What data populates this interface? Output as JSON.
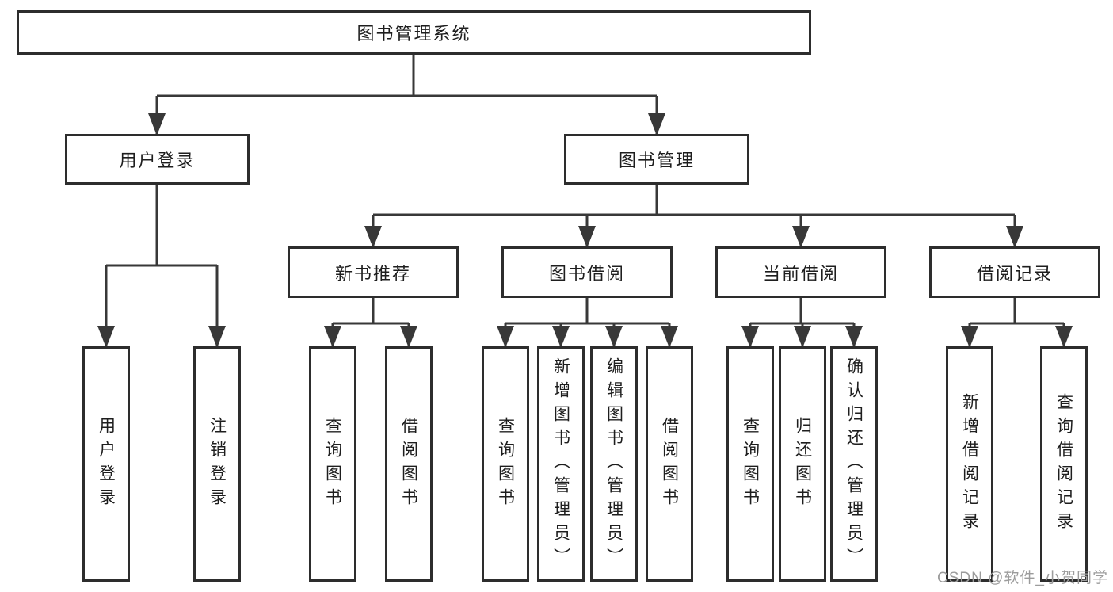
{
  "diagram": {
    "root": {
      "label": "图书管理系统"
    },
    "user_login": {
      "label": "用户登录",
      "children": [
        {
          "label": "用户登录"
        },
        {
          "label": "注销登录"
        }
      ]
    },
    "book_mgmt": {
      "label": "图书管理",
      "sections": [
        {
          "label": "新书推荐",
          "children": [
            {
              "label": "查询图书"
            },
            {
              "label": "借阅图书"
            }
          ]
        },
        {
          "label": "图书借阅",
          "children": [
            {
              "label": "查询图书"
            },
            {
              "label": "新增图书（管理员）"
            },
            {
              "label": "编辑图书（管理员）"
            },
            {
              "label": "借阅图书"
            }
          ]
        },
        {
          "label": "当前借阅",
          "children": [
            {
              "label": "查询图书"
            },
            {
              "label": "归还图书"
            },
            {
              "label": "确认归还（管理员）"
            }
          ]
        },
        {
          "label": "借阅记录",
          "children": [
            {
              "label": "新增借阅记录"
            },
            {
              "label": "查询借阅记录"
            }
          ]
        }
      ]
    },
    "colors": {
      "line": "#383838",
      "box_border": "#2d2d2d",
      "background": "#ffffff",
      "text": "#1e1e1e",
      "watermark": "#9c9c9c"
    }
  },
  "watermark": {
    "text": "CSDN @软件_小贺同学"
  }
}
